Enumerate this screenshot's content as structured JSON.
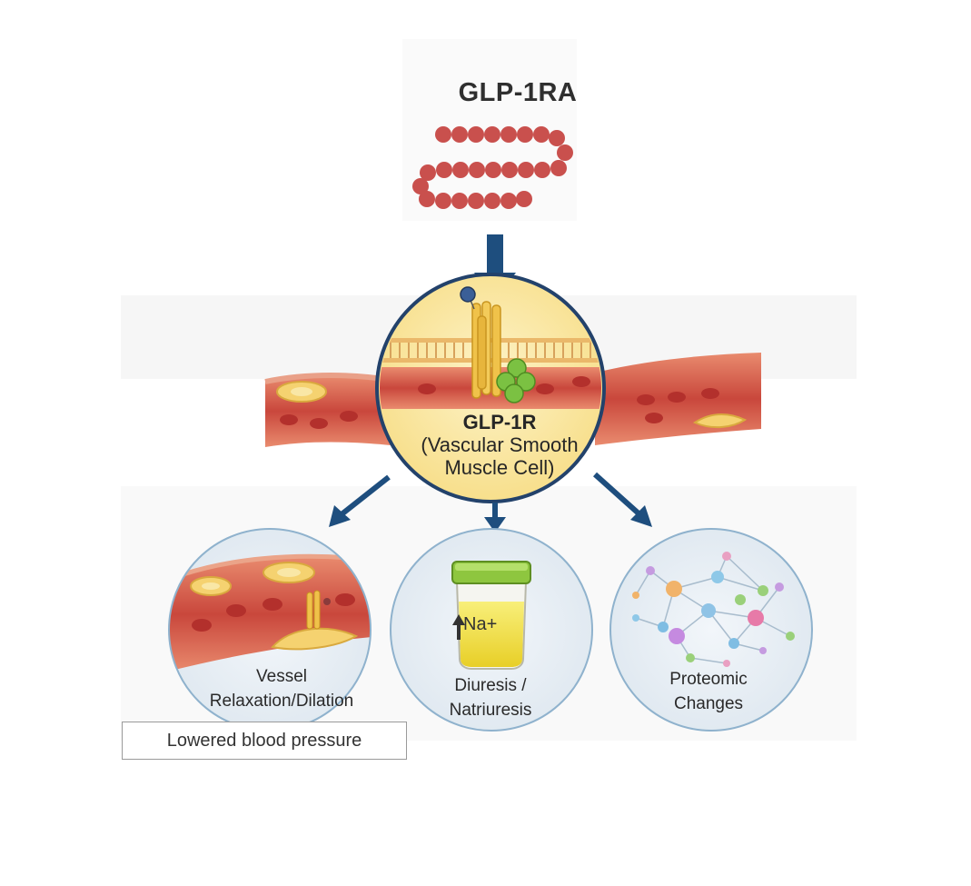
{
  "title": "GLP-1RA",
  "center": {
    "line1": "GLP-1R",
    "line2": "(Vascular Smooth",
    "line3": "Muscle Cell)"
  },
  "effects": [
    {
      "line1": "Vessel",
      "line2": "Relaxation/Dilation"
    },
    {
      "line1": "Diuresis /",
      "line2": "Natriuresis"
    },
    {
      "line1": "Proteomic",
      "line2": "Changes"
    }
  ],
  "sodium_label": "Na+",
  "outcome": "Lowered blood pressure",
  "colors": {
    "peptide_bead": "#c9504d",
    "arrow": "#1e4e7e",
    "circle_border": "#23426b",
    "vessel_wall": "#d96a55",
    "blood_cell": "#c93a35",
    "receptor": "#f0c24a",
    "g_protein": "#7bc142",
    "urine": "#f3e34a",
    "cup_lid": "#8ec63f"
  },
  "icons": [
    "peptide-chain-icon",
    "down-arrow-icon",
    "receptor-icon",
    "g-protein-icon",
    "specimen-cup-icon",
    "up-arrow-icon",
    "protein-network-icon"
  ]
}
